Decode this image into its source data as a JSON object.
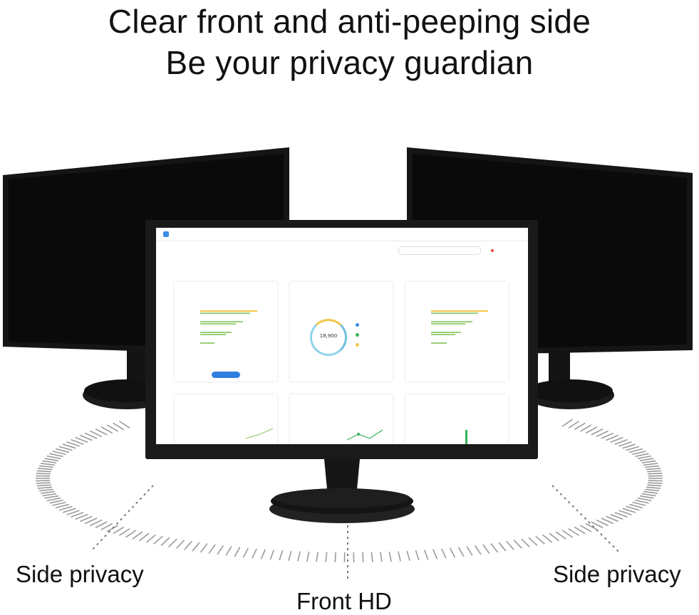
{
  "headline": {
    "line1": "Clear front and anti-peeping side",
    "line2": "Be your privacy guardian"
  },
  "labels": {
    "left": "Side privacy",
    "right": "Side privacy",
    "front": "Front HD"
  },
  "front_screen": {
    "center_card_value": "18,900",
    "progress_fills": [
      0.62,
      0.55,
      0.3,
      0.15
    ]
  },
  "colors": {
    "monitor": "#1a1a1a",
    "dark_screen": "#0d0d0d",
    "accent_blue": "#2f7fe0",
    "bar_yellow": "#f3c64b",
    "bar_green": "#9ad07a",
    "dash_ring": "#9a9a9a"
  }
}
